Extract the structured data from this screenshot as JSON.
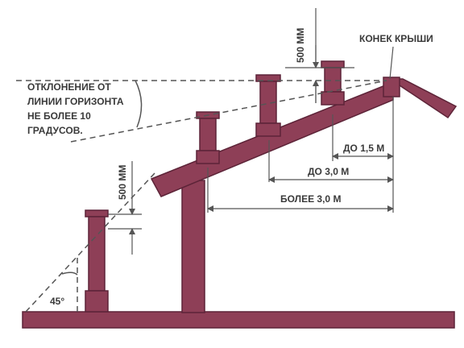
{
  "labels": {
    "deviation_line1": "ОТКЛОНЕНИЕ ОТ",
    "deviation_line2": "ЛИНИИ ГОРИЗОНТА",
    "deviation_line3": "НЕ БОЛЕЕ 10",
    "deviation_line4": "ГРАДУСОВ.",
    "ridge": "КОНЕК КРЫШИ",
    "dim_top": "500 ММ",
    "dim_left": "500 ММ",
    "up_to_1_5": "ДО 1,5 М",
    "up_to_3_0": "ДО 3,0 М",
    "more_than_3_0": "БОЛЕЕ 3,0 М",
    "angle": "45°"
  },
  "colors": {
    "structure": "#8e3f57",
    "structure_dark": "#5d2438",
    "lines": "#555555",
    "text": "#3a3a3a",
    "background": "#ffffff"
  }
}
